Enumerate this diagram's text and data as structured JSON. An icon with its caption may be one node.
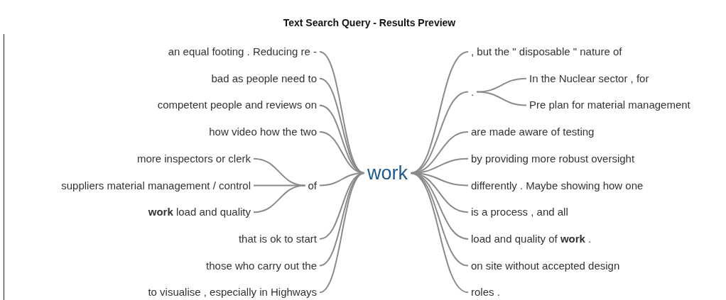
{
  "diagram": {
    "title": "Text Search Query - Results Preview",
    "nodes": [
      {
        "text": [
          "work"
        ]
      },
      {
        "text": [
          "an equal footing . Reducing re -"
        ]
      },
      {
        "text": [
          "bad as people need to"
        ]
      },
      {
        "text": [
          "competent people and reviews on"
        ]
      },
      {
        "text": [
          "how video how the two"
        ]
      },
      {
        "text": [
          "more inspectors or clerk"
        ]
      },
      {
        "text": [
          "suppliers material management / control"
        ]
      },
      {
        "text": [
          "**work** load and quality"
        ]
      },
      {
        "text": [
          "of"
        ]
      },
      {
        "text": [
          "that is ok to start"
        ]
      },
      {
        "text": [
          "those who carry out the"
        ]
      },
      {
        "text": [
          "to visualise , especially in Highways"
        ]
      },
      {
        "text": [
          ", but the \" disposable \" nature of"
        ]
      },
      {
        "text": [
          "."
        ]
      },
      {
        "text": [
          "In the Nuclear sector , for"
        ]
      },
      {
        "text": [
          "Pre plan for material management"
        ]
      },
      {
        "text": [
          "are made aware of testing"
        ]
      },
      {
        "text": [
          "by providing more robust oversight"
        ]
      },
      {
        "text": [
          "differently . Maybe showing how one"
        ]
      },
      {
        "text": [
          "is a process , and all"
        ]
      },
      {
        "text": [
          "load and quality of **work** ."
        ]
      },
      {
        "text": [
          "on site without accepted design"
        ]
      },
      {
        "text": [
          "roles ."
        ]
      }
    ],
    "edges": [
      {
        "from": 1,
        "to": 0,
        "arrow": "none"
      },
      {
        "from": 2,
        "to": 0,
        "arrow": "none"
      },
      {
        "from": 3,
        "to": 0,
        "arrow": "none"
      },
      {
        "from": 4,
        "to": 0,
        "arrow": "none"
      },
      {
        "from": 5,
        "to": 8,
        "arrow": "none"
      },
      {
        "from": 6,
        "to": 8,
        "arrow": "none"
      },
      {
        "from": 7,
        "to": 8,
        "arrow": "none"
      },
      {
        "from": 8,
        "to": 0,
        "arrow": "none"
      },
      {
        "from": 9,
        "to": 0,
        "arrow": "none"
      },
      {
        "from": 10,
        "to": 0,
        "arrow": "none"
      },
      {
        "from": 11,
        "to": 0,
        "arrow": "none"
      },
      {
        "from": 0,
        "to": 12,
        "arrow": "none"
      },
      {
        "from": 0,
        "to": 13,
        "arrow": "none"
      },
      {
        "from": 13,
        "to": 14,
        "arrow": "none"
      },
      {
        "from": 13,
        "to": 15,
        "arrow": "none"
      },
      {
        "from": 0,
        "to": 16,
        "arrow": "none"
      },
      {
        "from": 0,
        "to": 17,
        "arrow": "none"
      },
      {
        "from": 0,
        "to": 18,
        "arrow": "none"
      },
      {
        "from": 0,
        "to": 19,
        "arrow": "none"
      },
      {
        "from": 0,
        "to": 20,
        "arrow": "none"
      },
      {
        "from": 0,
        "to": 21,
        "arrow": "none"
      },
      {
        "from": 0,
        "to": 22,
        "arrow": "none"
      }
    ]
  }
}
